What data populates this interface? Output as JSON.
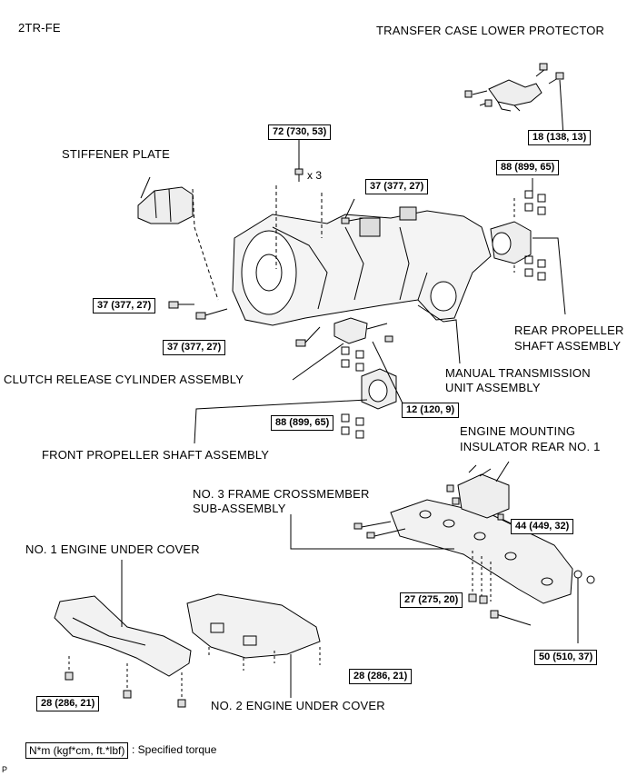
{
  "engine_code": "2TR-FE",
  "labels": {
    "transfer_case_lower_protector": "TRANSFER CASE LOWER PROTECTOR",
    "stiffener_plate": "STIFFENER PLATE",
    "rear_propeller_shaft_1": "REAR PROPELLER",
    "rear_propeller_shaft_2": "SHAFT ASSEMBLY",
    "clutch_release_cylinder": "CLUTCH RELEASE CYLINDER ASSEMBLY",
    "manual_transmission_1": "MANUAL TRANSMISSION",
    "manual_transmission_2": "UNIT ASSEMBLY",
    "front_propeller_shaft": "FRONT PROPELLER SHAFT ASSEMBLY",
    "engine_mounting_1": "ENGINE MOUNTING",
    "engine_mounting_2": "INSULATOR REAR NO. 1",
    "crossmember_1": "NO. 3 FRAME CROSSMEMBER",
    "crossmember_2": "SUB-ASSEMBLY",
    "under_cover_1": "NO. 1 ENGINE UNDER COVER",
    "under_cover_2": "NO. 2 ENGINE UNDER COVER"
  },
  "torques": {
    "t18": "18 (138, 13)",
    "t72": "72 (730, 53)",
    "t37a": "37 (377, 27)",
    "t88a": "88 (899, 65)",
    "t37b": "37 (377, 27)",
    "t37c": "37 (377, 27)",
    "t12": "12 (120, 9)",
    "t88b": "88 (899, 65)",
    "t44": "44 (449, 32)",
    "t27": "27 (275, 20)",
    "t50": "50 (510, 37)",
    "t28a": "28 (286, 21)",
    "t28b": "28 (286, 21)"
  },
  "quantity": "x 3",
  "legend": {
    "units": "N*m (kgf*cm, ft.*lbf)",
    "text": ": Specified torque"
  },
  "corner_mark": "P"
}
